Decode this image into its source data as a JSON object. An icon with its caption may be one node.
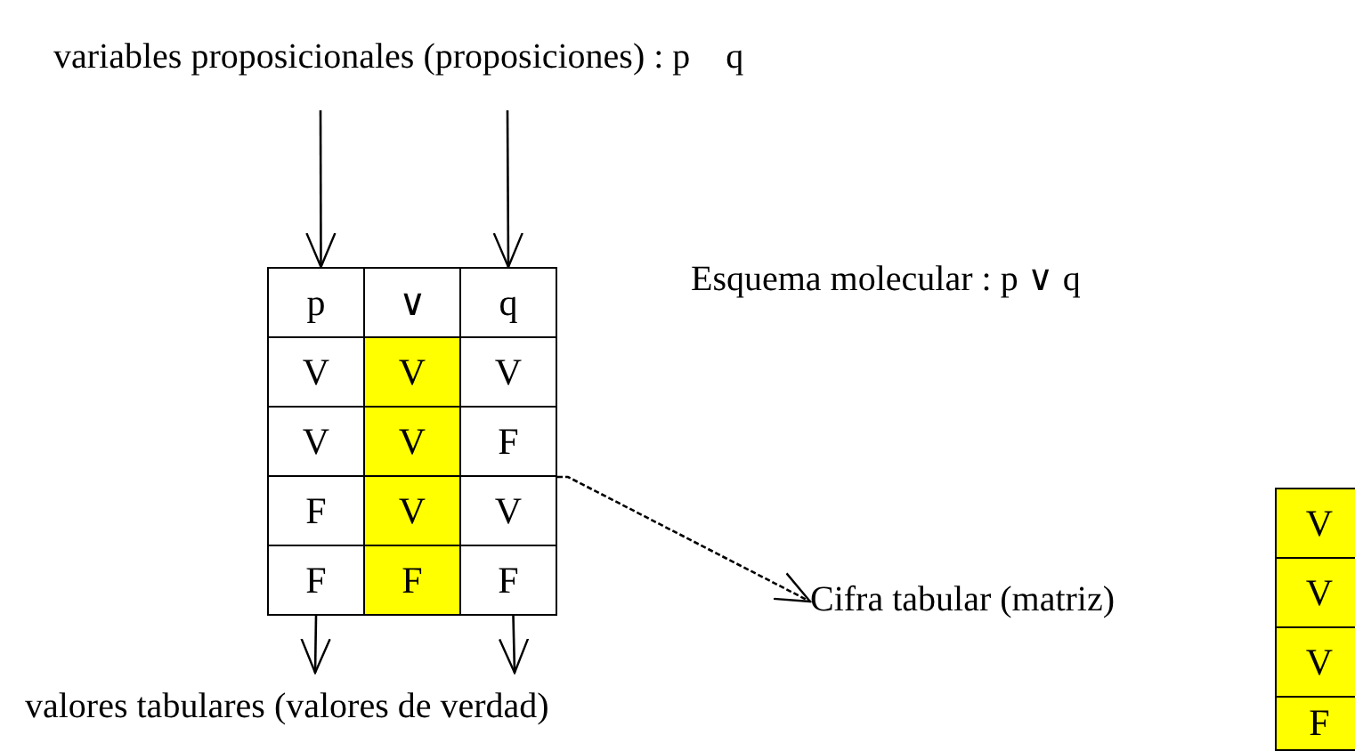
{
  "diagram": {
    "nodes": [
      {
        "text": [
          "variables proposicionales (proposiciones) : p    q"
        ]
      },
      {
        "text": [
          "p"
        ]
      },
      {
        "text": [
          "∨"
        ]
      },
      {
        "text": [
          "q"
        ]
      },
      {
        "text": [
          "V"
        ]
      },
      {
        "text": [
          "V"
        ]
      },
      {
        "text": [
          "V"
        ]
      },
      {
        "text": [
          "V"
        ]
      },
      {
        "text": [
          "V"
        ]
      },
      {
        "text": [
          "F"
        ]
      },
      {
        "text": [
          "F"
        ]
      },
      {
        "text": [
          "V"
        ]
      },
      {
        "text": [
          "V"
        ]
      },
      {
        "text": [
          "F"
        ]
      },
      {
        "text": [
          "F"
        ]
      },
      {
        "text": [
          "F"
        ]
      },
      {
        "text": [
          "Cifra tabular (matriz)"
        ]
      },
      {
        "text": [
          "valores tabulares (valores de verdad)"
        ]
      },
      {
        "text": [
          "V"
        ]
      },
      {
        "text": [
          "V"
        ]
      },
      {
        "text": [
          "V"
        ]
      },
      {
        "text": [
          "F"
        ]
      }
    ],
    "edges": [
      {
        "from": 0,
        "to": 1,
        "arrow": "to"
      },
      {
        "from": 0,
        "to": 3,
        "arrow": "to"
      },
      {
        "from": 8,
        "to": 16,
        "arrow": "to",
        "style": "dashed"
      },
      {
        "from": 13,
        "to": 17,
        "arrow": "to"
      },
      {
        "from": 15,
        "to": 17,
        "arrow": "to"
      }
    ],
    "labels": [
      "Esquema molecular : p ∨ q"
    ]
  }
}
